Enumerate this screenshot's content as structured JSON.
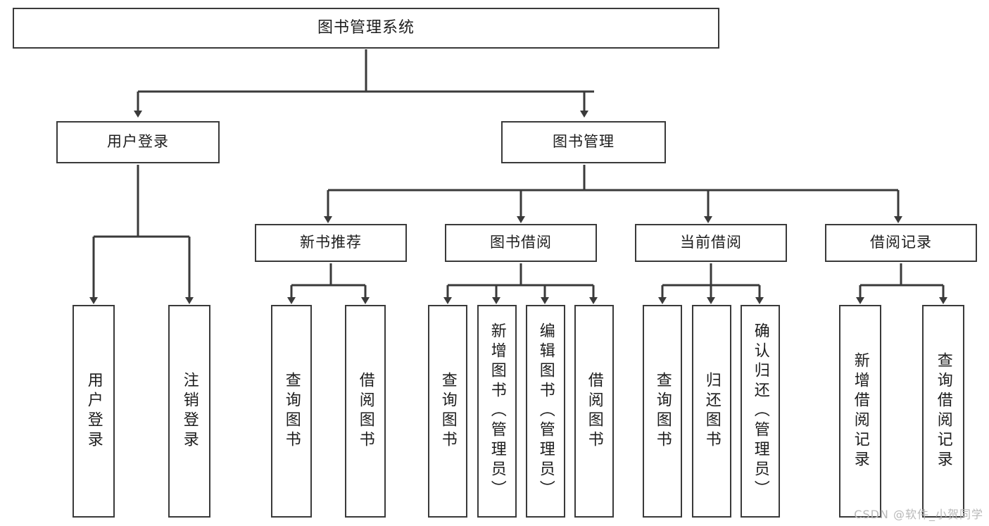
{
  "diagram": {
    "type": "tree-hierarchy",
    "title": "图书管理系统",
    "root": {
      "label": "图书管理系统"
    },
    "level2": [
      {
        "label": "用户登录"
      },
      {
        "label": "图书管理"
      }
    ],
    "level3": [
      {
        "label": "新书推荐"
      },
      {
        "label": "图书借阅"
      },
      {
        "label": "当前借阅"
      },
      {
        "label": "借阅记录"
      }
    ],
    "leaves": {
      "user_login": [
        {
          "label": "用户登录"
        },
        {
          "label": "注销登录"
        }
      ],
      "new_book_recommend": [
        {
          "label": "查询图书"
        },
        {
          "label": "借阅图书"
        }
      ],
      "book_borrow": [
        {
          "label": "查询图书"
        },
        {
          "label": "新增图书（管理员）"
        },
        {
          "label": "编辑图书（管理员）"
        },
        {
          "label": "借阅图书"
        }
      ],
      "current_borrow": [
        {
          "label": "查询图书"
        },
        {
          "label": "归还图书"
        },
        {
          "label": "确认归还（管理员）"
        }
      ],
      "borrow_record": [
        {
          "label": "新增借阅记录"
        },
        {
          "label": "查询借阅记录"
        }
      ]
    }
  },
  "watermark": {
    "text": "CSDN @软件_小贺同学"
  },
  "colors": {
    "stroke": "#3a3a3a",
    "background": "#ffffff",
    "text": "#1d1d1d",
    "watermark": "#b9b9b9"
  }
}
